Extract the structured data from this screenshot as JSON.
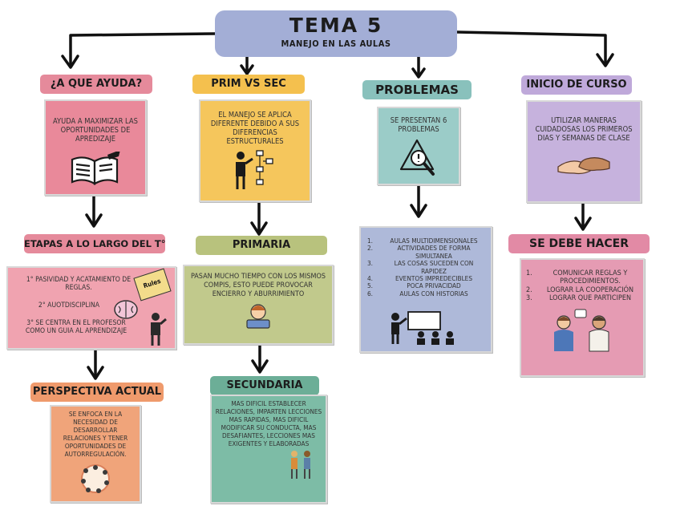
{
  "title": {
    "main": "TEMA 5",
    "sub": "MANEJO EN LAS AULAS"
  },
  "col1": {
    "pill": "¿A QUE AYUDA?",
    "card": "AYUDA A MAXIMIZAR LAS OPORTUNIDADES DE APREDIZAJE",
    "pill2": "ETAPAS A LO LARGO DEL T°",
    "stages": [
      "1° PASIVIDAD Y ACATAMIENTO DE REGLAS.",
      "2° AUOTDISCIPLINA",
      "3° SE CENTRA EN EL PROFESOR COMO UN GUIA AL APRENDIZAJE"
    ],
    "rules_label": "Rules",
    "pill3": "PERSPECTIVA ACTUAL",
    "card3": "SE ENFOCA EN LA NECESIDAD DE DESARROLLAR RELACIONES Y TENER OPORTUNIDADES DE AUTORREGULACIÓN."
  },
  "col2": {
    "pill": "PRIM VS SEC",
    "card": "EL MANEJO SE APLICA DIFERENTE DEBIDO A SUS DIFERENCIAS ESTRUCTURALES",
    "pill2": "PRIMARIA",
    "card2": "PASAN MUCHO TIEMPO CON LOS MISMOS COMPIS, ESTO PUEDE PROVOCAR ENCIERRO Y ABURRIMIENTO",
    "pill3": "SECUNDARIA",
    "card3": "MAS DIFICIL ESTABLECER RELACIONES, IMPARTEN LECCIONES MAS RAPIDAS, MAS DIFICIL MODIFICAR SU CONDUCTA, MAS DESAFIANTES, LECCIONES MAS EXIGENTES Y ELABORADAS"
  },
  "col3": {
    "pill": "PROBLEMAS",
    "card": "SE PRESENTAN 6 PROBLEMAS",
    "problems": [
      {
        "n": "1.",
        "t": "AULAS MULTIDIMENSIONALES"
      },
      {
        "n": "2.",
        "t": "ACTIVIDADES DE FORMA SIMULTANEA"
      },
      {
        "n": "3.",
        "t": "LAS COSAS SUCEDEN CON RAPIDEZ"
      },
      {
        "n": "4.",
        "t": "EVENTOS IMPREDECIBLES"
      },
      {
        "n": "5.",
        "t": "POCA PRIVACIDAD"
      },
      {
        "n": "6.",
        "t": "AULAS CON HISTORIAS"
      }
    ]
  },
  "col4": {
    "pill": "INICIO DE CURSO",
    "card": "UTILIZAR MANERAS CUIDADOSAS LOS PRIMEROS DIAS Y SEMANAS DE CLASE",
    "pill2": "SE DEBE HACER",
    "todo": [
      {
        "n": "1.",
        "t": "COMUNICAR REGLAS Y PROCEDIMIENTOS."
      },
      {
        "n": "2.",
        "t": "LOGRAR LA COOPERACIÓN"
      },
      {
        "n": "3.",
        "t": "LOGRAR QUE PARTICIPEN"
      }
    ]
  },
  "colors": {
    "title": "#a3aed6",
    "pink": "#e58a9b",
    "yellow": "#f4c04e",
    "green": "#b8c27d",
    "teal": "#6cae97",
    "cyan": "#89c1bc",
    "lavender": "#bfa9da",
    "blue": "#aeb9d9",
    "magenta": "#e28aa5",
    "orange": "#ef9a6c"
  }
}
